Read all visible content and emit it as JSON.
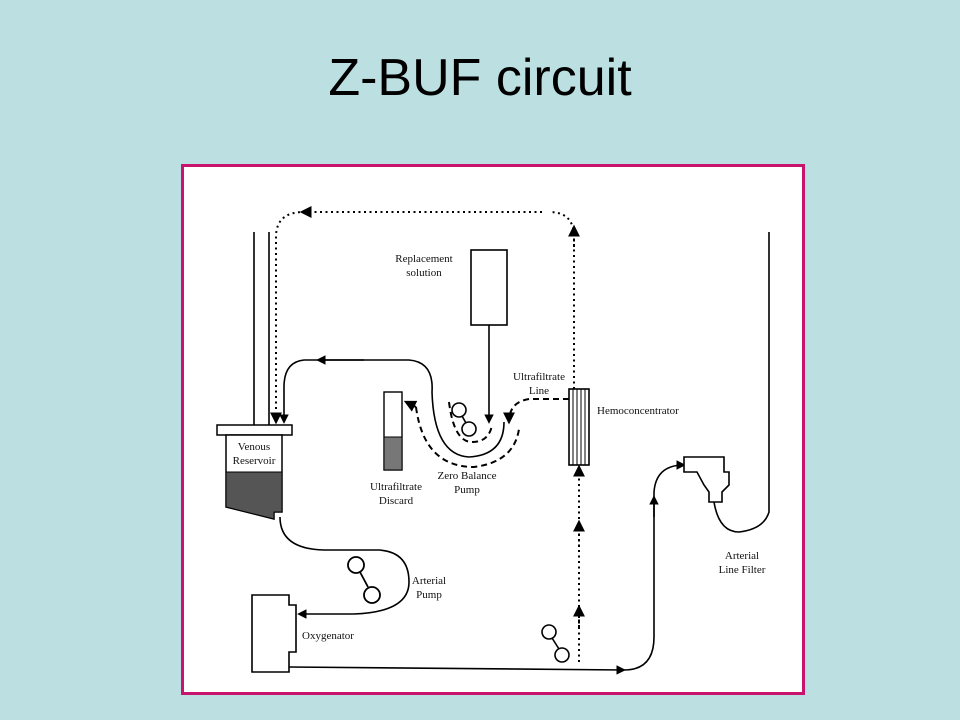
{
  "slide": {
    "title": "Z-BUF circuit"
  },
  "diagram": {
    "labels": {
      "replacement_line1": "Replacement",
      "replacement_line2": "solution",
      "ultrafiltrate_line1": "Ultrafiltrate",
      "ultrafiltrate_line2": "Line",
      "hemoconcentrator": "Hemoconcentrator",
      "venous_line1": "Venous",
      "venous_line2": "Reservoir",
      "discard_line1": "Ultrafiltrate",
      "discard_line2": "Discard",
      "zero_balance_line1": "Zero Balance",
      "zero_balance_line2": "Pump",
      "arterial_pump_line1": "Arterial",
      "arterial_pump_line2": "Pump",
      "arterial_filter_line1": "Arterial",
      "arterial_filter_line2": "Line Filter",
      "oxygenator": "Oxygenator"
    },
    "colors": {
      "frame_border": "#c8146e",
      "slide_background": "#bce0e2"
    }
  }
}
